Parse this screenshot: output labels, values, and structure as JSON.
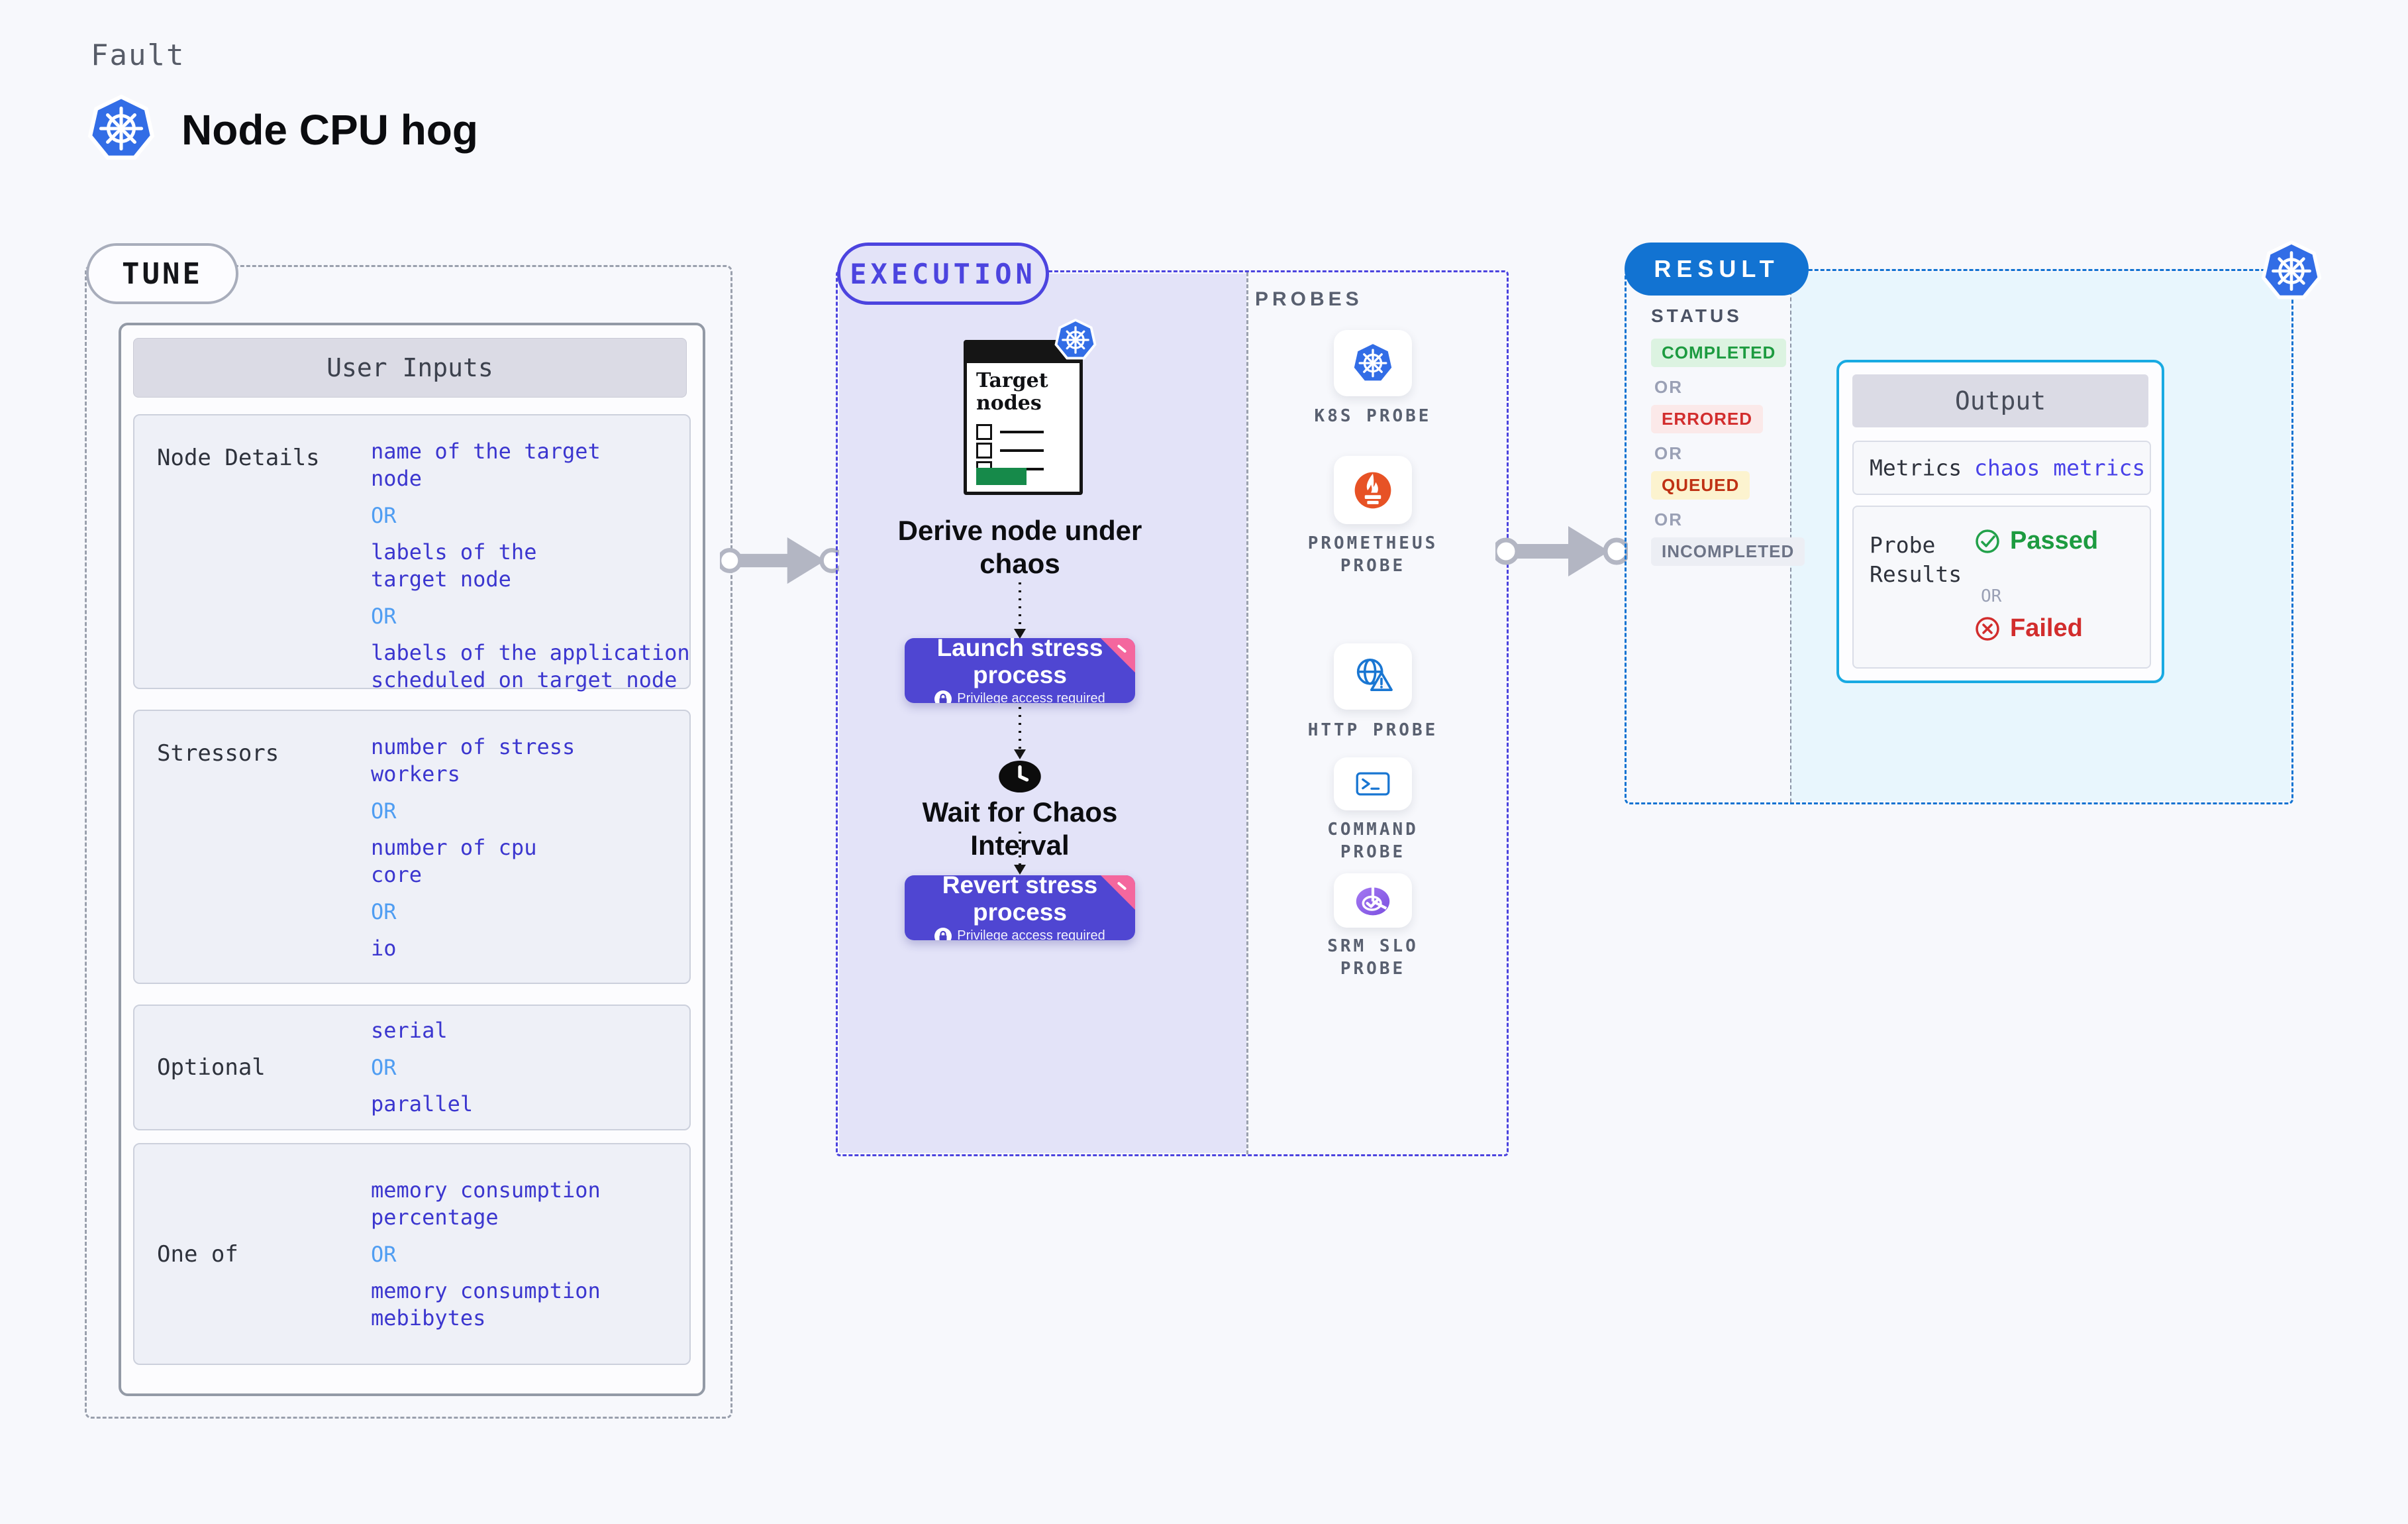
{
  "header": {
    "kicker": "Fault",
    "title": "Node CPU hog"
  },
  "common": {
    "or": "OR"
  },
  "colors": {
    "indigo": "#4c44df",
    "button": "#4f46d2",
    "lavender": "#e3e3f8",
    "result_blue": "#1273d2",
    "cyan_border": "#18aae2",
    "cyan_bg": "#e8f6fd",
    "green": "#1d9b40",
    "red": "#d22d2d",
    "pink": "#f4679e",
    "option_blue": "#3b36cf",
    "or_blue": "#4f9df2"
  },
  "tune": {
    "badge": "TUNE",
    "user_inputs": {
      "title": "User Inputs",
      "rows": [
        {
          "label": "Node Details",
          "options": [
            "name of the target\nnode",
            "labels of the\ntarget node",
            "labels of the application\nscheduled on target node"
          ]
        },
        {
          "label": "Stressors",
          "options": [
            "number of stress\nworkers",
            "number of cpu\ncore",
            "io"
          ]
        },
        {
          "label": "Optional",
          "options": [
            "serial",
            "parallel"
          ]
        },
        {
          "label": "One of",
          "options": [
            "memory consumption\npercentage",
            "memory consumption\nmebibytes"
          ]
        }
      ]
    }
  },
  "execution": {
    "badge": "EXECUTION",
    "target_card_title": "Target nodes",
    "derive_label": "Derive node under\nchaos",
    "launch_label": "Launch stress\nprocess",
    "privilege_label": "Privilege access required",
    "wait_label": "Wait for Chaos\nInterval",
    "revert_label": "Revert stress\nprocess"
  },
  "probes": {
    "title": "PROBES",
    "items": [
      {
        "icon": "kubernetes-icon",
        "label": "K8S PROBE"
      },
      {
        "icon": "prometheus-icon",
        "label": "PROMETHEUS\nPROBE"
      },
      {
        "icon": "http-icon",
        "label": "HTTP PROBE"
      },
      {
        "icon": "command-icon",
        "label": "COMMAND\nPROBE"
      },
      {
        "icon": "srm-slo-icon",
        "label": "SRM SLO\nPROBE"
      }
    ]
  },
  "result": {
    "badge": "RESULT",
    "status_title": "STATUS",
    "badges": [
      {
        "label": "COMPLETED",
        "fg": "#1d9b40",
        "bg": "#dcf3e1"
      },
      {
        "label": "ERRORED",
        "fg": "#d22d2d",
        "bg": "#fbe9e9"
      },
      {
        "label": "QUEUED",
        "fg": "#bf3113",
        "bg": "#fcf3cf"
      },
      {
        "label": "INCOMPLETED",
        "fg": "#6d7487",
        "bg": "#eceef4"
      }
    ],
    "output": {
      "title": "Output",
      "metrics_label": "Metrics",
      "metrics_value": "chaos metrics",
      "probe_results_label": "Probe\nResults",
      "passed": "Passed",
      "failed": "Failed"
    }
  }
}
